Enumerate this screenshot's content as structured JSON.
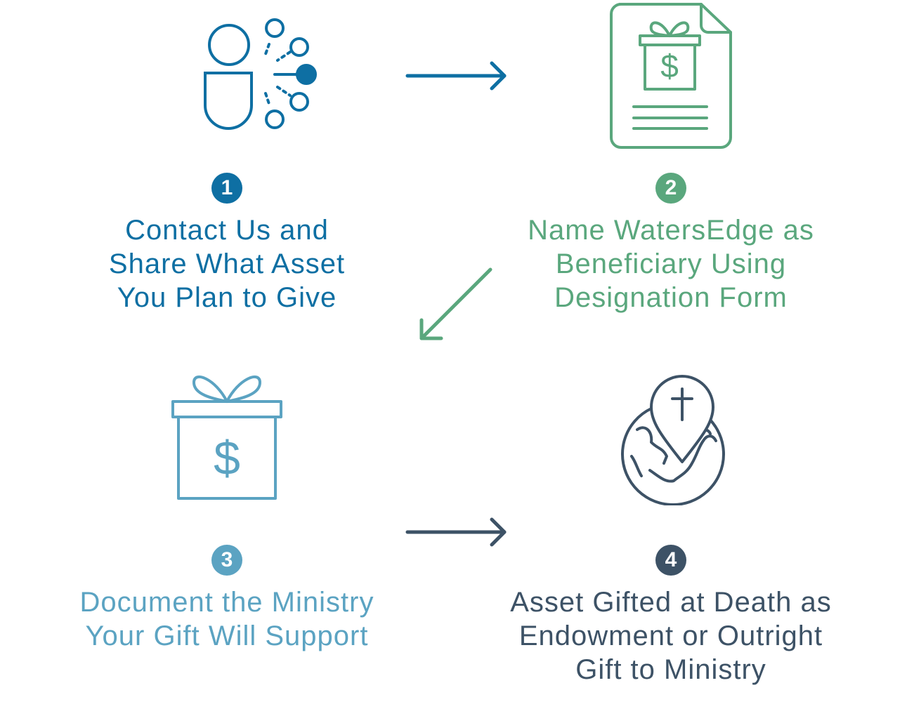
{
  "steps": [
    {
      "number": "1",
      "caption": "Contact Us and\nShare What Asset\nYou Plan to Give",
      "color": "#0e6fa3",
      "icon": "person-network-icon"
    },
    {
      "number": "2",
      "caption": "Name WatersEdge as\nBeneficiary Using\nDesignation Form",
      "color": "#5aa77d",
      "icon": "gift-document-icon"
    },
    {
      "number": "3",
      "caption": "Document the Ministry\nYour Gift Will Support",
      "color": "#5ba3c2",
      "icon": "gift-box-icon"
    },
    {
      "number": "4",
      "caption": "Asset Gifted at Death as\nEndowment or Outright\nGift to Ministry",
      "color": "#3d5266",
      "icon": "globe-cross-pin-icon"
    }
  ],
  "arrows": [
    {
      "from": "1",
      "to": "2",
      "color": "#0e6fa3",
      "icon": "arrow-right-icon"
    },
    {
      "from": "2",
      "to": "3",
      "color": "#5aa77d",
      "icon": "arrow-down-left-icon"
    },
    {
      "from": "3",
      "to": "4",
      "color": "#3d5266",
      "icon": "arrow-right-icon"
    }
  ]
}
